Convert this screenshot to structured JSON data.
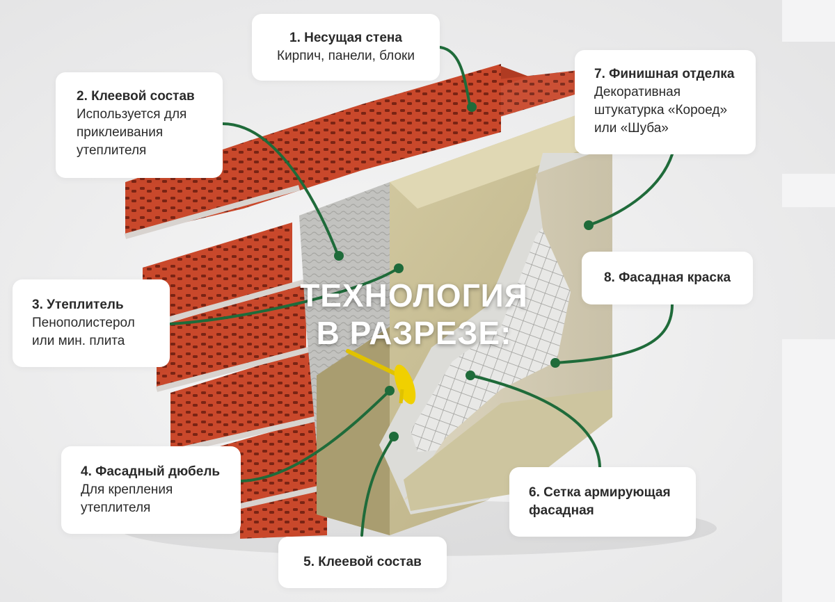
{
  "headline": {
    "line1": "ТЕХНОЛОГИЯ",
    "line2": "В РАЗРЕЗЕ:"
  },
  "callouts": [
    {
      "title": "1.  Несущая стена",
      "desc": "Кирпич, панели, блоки"
    },
    {
      "title": "2. Клеевой состав",
      "desc_lines": [
        "Используется для",
        "приклеивания",
        "утеплителя"
      ]
    },
    {
      "title": "3. Утеплитель",
      "desc_lines": [
        "Пенополистерол",
        "или мин. плита"
      ]
    },
    {
      "title": "4. Фасадный дюбель",
      "desc_lines": [
        "Для крепления",
        "утеплителя"
      ]
    },
    {
      "title": "5. Клеевой состав"
    },
    {
      "title_lines": [
        "6. Сетка армирующая",
        "фасадная"
      ]
    },
    {
      "title": "7. Финишная отделка",
      "desc_lines": [
        "Декоративная",
        "штукатурка «Короед»",
        "или «Шуба»"
      ]
    },
    {
      "title": "8. Фасадная краска"
    }
  ],
  "colors": {
    "leader": "#1f6b3a",
    "brick": "#c8492c",
    "insulation": "#cfc49a",
    "plaster": "#d2cbb4",
    "background": "#ebebec"
  }
}
